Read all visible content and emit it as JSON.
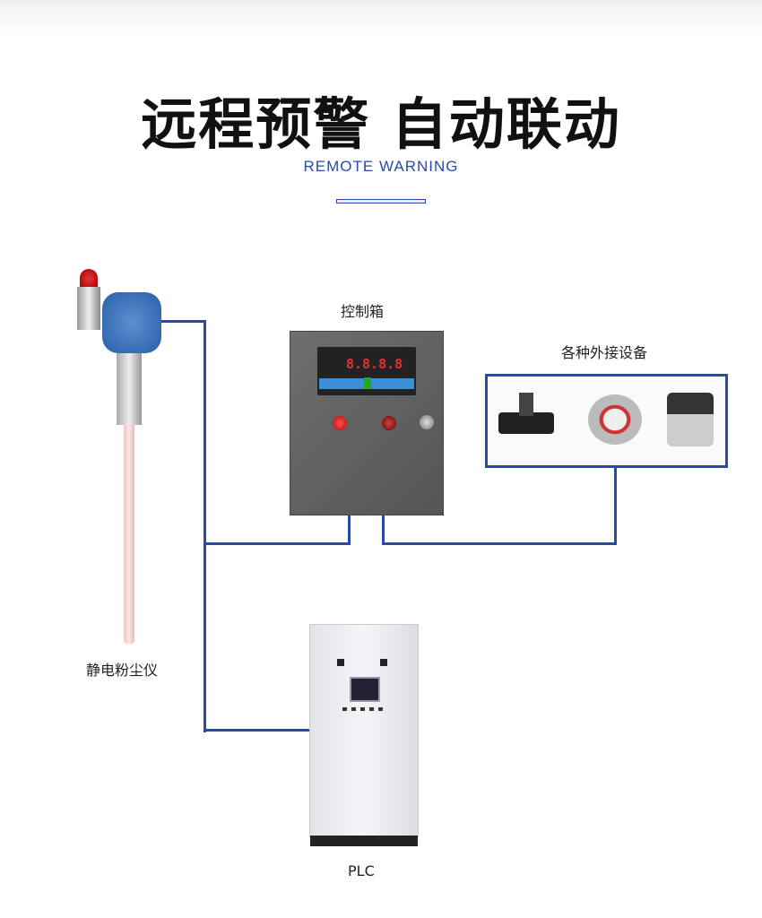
{
  "header": {
    "title": "远程预警 自动联动",
    "subtitle": "REMOTE WARNING"
  },
  "labels": {
    "control_box": "控制箱",
    "external_devices": "各种外接设备",
    "sensor": "静电粉尘仪",
    "plc": "PLC"
  },
  "display": {
    "reading": "8.8.8.8"
  },
  "colors": {
    "accent": "#2a4aa8"
  }
}
